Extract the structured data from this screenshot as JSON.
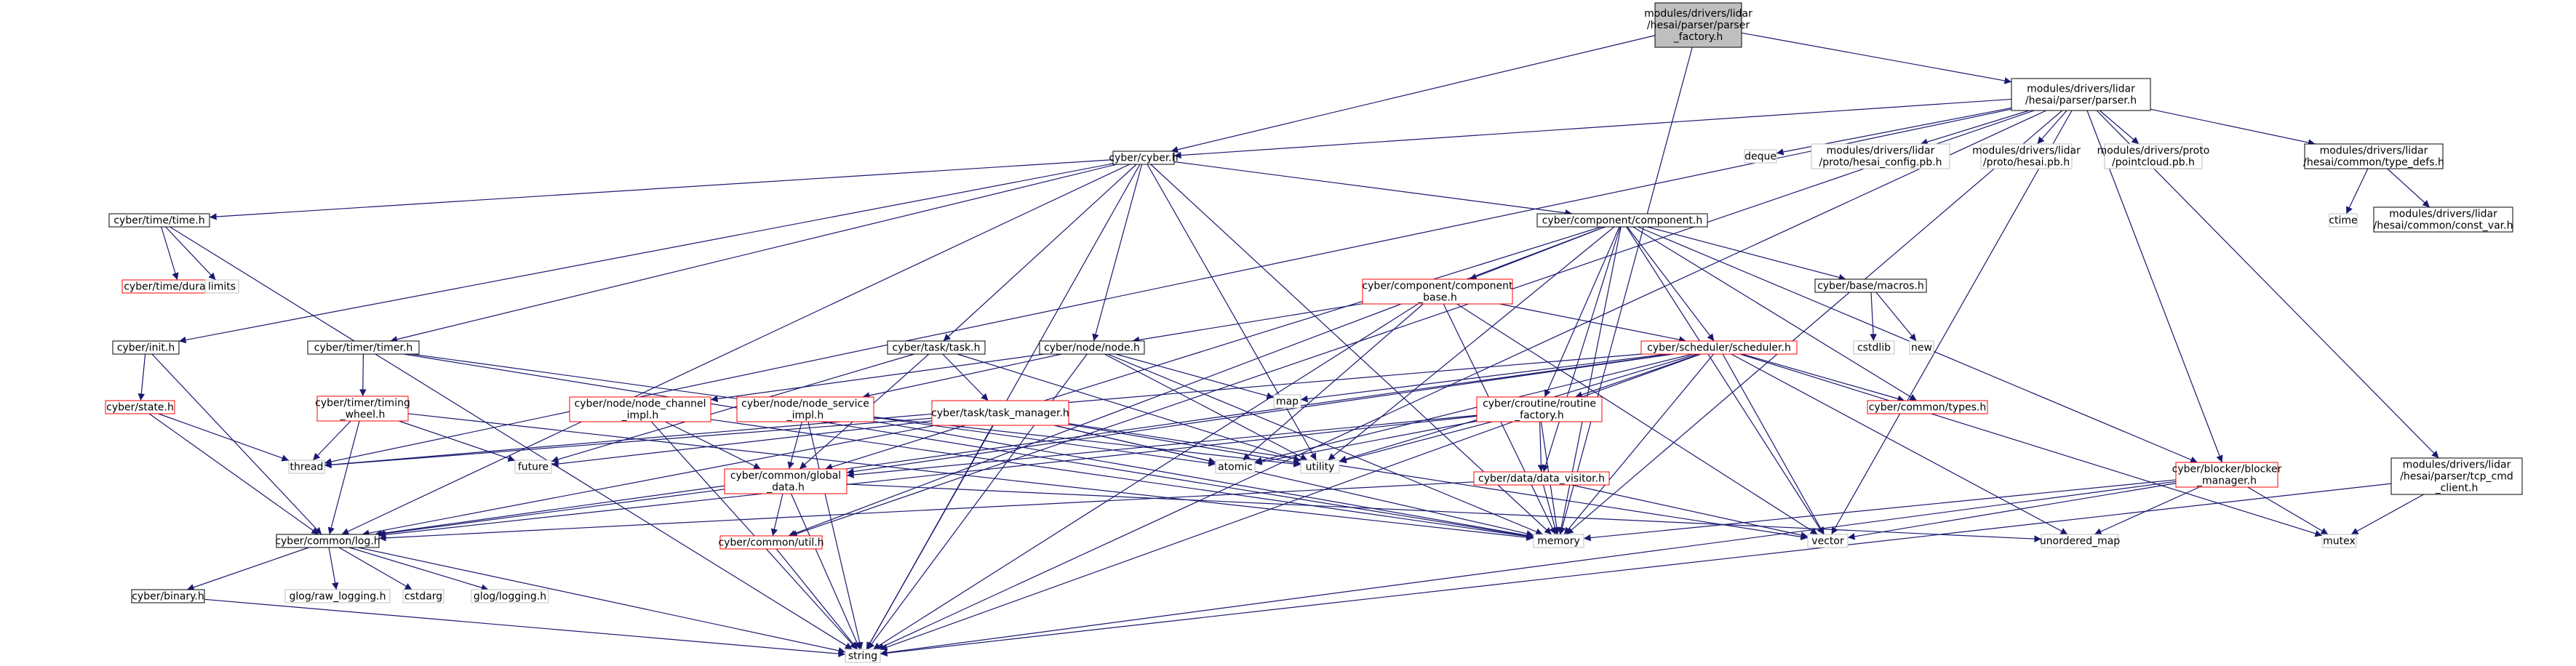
{
  "colors": {
    "root_fill": "#bfbfbf",
    "node_fill": "#ffffff",
    "black_border": "#000000",
    "red_border": "#ff0000",
    "grey_border": "#bfbfbf",
    "text": "#000000",
    "edge": "#191970"
  },
  "graph": {
    "nodes": [
      {
        "id": "root",
        "lines": [
          "modules/drivers/lidar",
          "/hesai/parser/parser",
          "_factory.h"
        ],
        "style": "root"
      },
      {
        "id": "parser",
        "lines": [
          "modules/drivers/lidar",
          "/hesai/parser/parser.h"
        ],
        "style": "black"
      },
      {
        "id": "cyber",
        "lines": [
          "cyber/cyber.h"
        ],
        "style": "black"
      },
      {
        "id": "deque",
        "lines": [
          "deque"
        ],
        "style": "grey"
      },
      {
        "id": "hesai_config",
        "lines": [
          "modules/drivers/lidar",
          "/proto/hesai_config.pb.h"
        ],
        "style": "grey"
      },
      {
        "id": "hesai_pb",
        "lines": [
          "modules/drivers/lidar",
          "/proto/hesai.pb.h"
        ],
        "style": "grey"
      },
      {
        "id": "pointcloud",
        "lines": [
          "modules/drivers/proto",
          "/pointcloud.pb.h"
        ],
        "style": "grey"
      },
      {
        "id": "type_defs",
        "lines": [
          "modules/drivers/lidar",
          "/hesai/common/type_defs.h"
        ],
        "style": "black"
      },
      {
        "id": "ctime",
        "lines": [
          "ctime"
        ],
        "style": "grey"
      },
      {
        "id": "const_var",
        "lines": [
          "modules/drivers/lidar",
          "/hesai/common/const_var.h"
        ],
        "style": "black"
      },
      {
        "id": "time_h",
        "lines": [
          "cyber/time/time.h"
        ],
        "style": "black"
      },
      {
        "id": "duration",
        "lines": [
          "cyber/time/duration.h"
        ],
        "style": "red"
      },
      {
        "id": "limits",
        "lines": [
          "limits"
        ],
        "style": "grey"
      },
      {
        "id": "component",
        "lines": [
          "cyber/component/component.h"
        ],
        "style": "black"
      },
      {
        "id": "component_base",
        "lines": [
          "cyber/component/component",
          "_base.h"
        ],
        "style": "red"
      },
      {
        "id": "macros",
        "lines": [
          "cyber/base/macros.h"
        ],
        "style": "black"
      },
      {
        "id": "cstdlib",
        "lines": [
          "cstdlib"
        ],
        "style": "grey"
      },
      {
        "id": "new",
        "lines": [
          "new"
        ],
        "style": "grey"
      },
      {
        "id": "init",
        "lines": [
          "cyber/init.h"
        ],
        "style": "black"
      },
      {
        "id": "state",
        "lines": [
          "cyber/state.h"
        ],
        "style": "red"
      },
      {
        "id": "timer",
        "lines": [
          "cyber/timer/timer.h"
        ],
        "style": "black"
      },
      {
        "id": "timing_wheel",
        "lines": [
          "cyber/timer/timing",
          "_wheel.h"
        ],
        "style": "red"
      },
      {
        "id": "task",
        "lines": [
          "cyber/task/task.h"
        ],
        "style": "black"
      },
      {
        "id": "task_manager",
        "lines": [
          "cyber/task/task_manager.h"
        ],
        "style": "red"
      },
      {
        "id": "node",
        "lines": [
          "cyber/node/node.h"
        ],
        "style": "black"
      },
      {
        "id": "node_channel",
        "lines": [
          "cyber/node/node_channel",
          "_impl.h"
        ],
        "style": "red"
      },
      {
        "id": "node_service",
        "lines": [
          "cyber/node/node_service",
          "_impl.h"
        ],
        "style": "red"
      },
      {
        "id": "scheduler",
        "lines": [
          "cyber/scheduler/scheduler.h"
        ],
        "style": "red"
      },
      {
        "id": "routine_factory",
        "lines": [
          "cyber/croutine/routine",
          "_factory.h"
        ],
        "style": "red"
      },
      {
        "id": "types",
        "lines": [
          "cyber/common/types.h"
        ],
        "style": "red"
      },
      {
        "id": "data_visitor",
        "lines": [
          "cyber/data/data_visitor.h"
        ],
        "style": "red"
      },
      {
        "id": "global_data",
        "lines": [
          "cyber/common/global",
          "_data.h"
        ],
        "style": "red"
      },
      {
        "id": "util",
        "lines": [
          "cyber/common/util.h"
        ],
        "style": "red"
      },
      {
        "id": "log",
        "lines": [
          "cyber/common/log.h"
        ],
        "style": "black"
      },
      {
        "id": "binary",
        "lines": [
          "cyber/binary.h"
        ],
        "style": "black"
      },
      {
        "id": "raw_logging",
        "lines": [
          "glog/raw_logging.h"
        ],
        "style": "grey"
      },
      {
        "id": "cstdarg",
        "lines": [
          "cstdarg"
        ],
        "style": "grey"
      },
      {
        "id": "glog_logging",
        "lines": [
          "glog/logging.h"
        ],
        "style": "grey"
      },
      {
        "id": "thread",
        "lines": [
          "thread"
        ],
        "style": "grey"
      },
      {
        "id": "future",
        "lines": [
          "future"
        ],
        "style": "grey"
      },
      {
        "id": "map",
        "lines": [
          "map"
        ],
        "style": "grey"
      },
      {
        "id": "atomic",
        "lines": [
          "atomic"
        ],
        "style": "grey"
      },
      {
        "id": "utility",
        "lines": [
          "utility"
        ],
        "style": "grey"
      },
      {
        "id": "memory",
        "lines": [
          "memory"
        ],
        "style": "grey"
      },
      {
        "id": "vector",
        "lines": [
          "vector"
        ],
        "style": "grey"
      },
      {
        "id": "unordered_map",
        "lines": [
          "unordered_map"
        ],
        "style": "grey"
      },
      {
        "id": "mutex",
        "lines": [
          "mutex"
        ],
        "style": "grey"
      },
      {
        "id": "blocker_manager",
        "lines": [
          "cyber/blocker/blocker",
          "_manager.h"
        ],
        "style": "red"
      },
      {
        "id": "tcp_cmd_client",
        "lines": [
          "modules/drivers/lidar",
          "/hesai/parser/tcp_cmd",
          "_client.h"
        ],
        "style": "black"
      },
      {
        "id": "string",
        "lines": [
          "string"
        ],
        "style": "grey"
      }
    ],
    "edges": [
      [
        "root",
        "parser"
      ],
      [
        "root",
        "cyber"
      ],
      [
        "root",
        "memory"
      ],
      [
        "parser",
        "cyber"
      ],
      [
        "parser",
        "deque"
      ],
      [
        "parser",
        "hesai_config"
      ],
      [
        "parser",
        "hesai_pb"
      ],
      [
        "parser",
        "pointcloud"
      ],
      [
        "parser",
        "type_defs"
      ],
      [
        "parser",
        "tcp_cmd_client"
      ],
      [
        "parser",
        "blocker_manager"
      ],
      [
        "parser",
        "memory"
      ],
      [
        "parser",
        "vector"
      ],
      [
        "parser",
        "string"
      ],
      [
        "parser",
        "thread"
      ],
      [
        "parser",
        "util"
      ],
      [
        "type_defs",
        "ctime"
      ],
      [
        "type_defs",
        "const_var"
      ],
      [
        "cyber",
        "time_h"
      ],
      [
        "cyber",
        "component"
      ],
      [
        "cyber",
        "init"
      ],
      [
        "cyber",
        "timer"
      ],
      [
        "cyber",
        "task"
      ],
      [
        "cyber",
        "node"
      ],
      [
        "cyber",
        "log"
      ],
      [
        "cyber",
        "utility"
      ],
      [
        "cyber",
        "memory"
      ],
      [
        "cyber",
        "string"
      ],
      [
        "time_h",
        "duration"
      ],
      [
        "time_h",
        "limits"
      ],
      [
        "time_h",
        "string"
      ],
      [
        "component",
        "component_base"
      ],
      [
        "component",
        "macros"
      ],
      [
        "component",
        "scheduler"
      ],
      [
        "component",
        "routine_factory"
      ],
      [
        "component",
        "data_visitor"
      ],
      [
        "component",
        "types"
      ],
      [
        "component",
        "utility"
      ],
      [
        "component",
        "memory"
      ],
      [
        "component",
        "vector"
      ],
      [
        "component",
        "blocker_manager"
      ],
      [
        "component",
        "global_data"
      ],
      [
        "component",
        "util"
      ],
      [
        "component_base",
        "node"
      ],
      [
        "component_base",
        "scheduler"
      ],
      [
        "component_base",
        "atomic"
      ],
      [
        "component_base",
        "memory"
      ],
      [
        "component_base",
        "vector"
      ],
      [
        "component_base",
        "string"
      ],
      [
        "macros",
        "cstdlib"
      ],
      [
        "macros",
        "new"
      ],
      [
        "init",
        "state"
      ],
      [
        "init",
        "log"
      ],
      [
        "state",
        "log"
      ],
      [
        "state",
        "thread"
      ],
      [
        "timer",
        "timing_wheel"
      ],
      [
        "timer",
        "memory"
      ],
      [
        "timer",
        "atomic"
      ],
      [
        "timing_wheel",
        "log"
      ],
      [
        "timing_wheel",
        "thread"
      ],
      [
        "timing_wheel",
        "future"
      ],
      [
        "timing_wheel",
        "memory"
      ],
      [
        "task",
        "task_manager"
      ],
      [
        "task",
        "future"
      ],
      [
        "task",
        "utility"
      ],
      [
        "task",
        "global_data"
      ],
      [
        "task_manager",
        "log"
      ],
      [
        "task_manager",
        "thread"
      ],
      [
        "task_manager",
        "future"
      ],
      [
        "task_manager",
        "atomic"
      ],
      [
        "task_manager",
        "utility"
      ],
      [
        "task_manager",
        "memory"
      ],
      [
        "task_manager",
        "string"
      ],
      [
        "task_manager",
        "vector"
      ],
      [
        "node",
        "node_channel"
      ],
      [
        "node",
        "node_service"
      ],
      [
        "node",
        "map"
      ],
      [
        "node",
        "memory"
      ],
      [
        "node",
        "string"
      ],
      [
        "node",
        "utility"
      ],
      [
        "node_channel",
        "global_data"
      ],
      [
        "node_channel",
        "memory"
      ],
      [
        "node_channel",
        "string"
      ],
      [
        "node_service",
        "global_data"
      ],
      [
        "node_service",
        "memory"
      ],
      [
        "node_service",
        "string"
      ],
      [
        "node_service",
        "utility"
      ],
      [
        "scheduler",
        "routine_factory"
      ],
      [
        "scheduler",
        "types"
      ],
      [
        "scheduler",
        "global_data"
      ],
      [
        "scheduler",
        "log"
      ],
      [
        "scheduler",
        "map"
      ],
      [
        "scheduler",
        "atomic"
      ],
      [
        "scheduler",
        "utility"
      ],
      [
        "scheduler",
        "memory"
      ],
      [
        "scheduler",
        "vector"
      ],
      [
        "scheduler",
        "unordered_map"
      ],
      [
        "scheduler",
        "mutex"
      ],
      [
        "scheduler",
        "string"
      ],
      [
        "scheduler",
        "thread"
      ],
      [
        "routine_factory",
        "data_visitor"
      ],
      [
        "routine_factory",
        "global_data"
      ],
      [
        "routine_factory",
        "log"
      ],
      [
        "routine_factory",
        "atomic"
      ],
      [
        "routine_factory",
        "utility"
      ],
      [
        "routine_factory",
        "memory"
      ],
      [
        "data_visitor",
        "log"
      ],
      [
        "data_visitor",
        "memory"
      ],
      [
        "data_visitor",
        "vector"
      ],
      [
        "global_data",
        "log"
      ],
      [
        "global_data",
        "util"
      ],
      [
        "global_data",
        "string"
      ],
      [
        "global_data",
        "unordered_map"
      ],
      [
        "util",
        "string"
      ],
      [
        "log",
        "binary"
      ],
      [
        "log",
        "raw_logging"
      ],
      [
        "log",
        "cstdarg"
      ],
      [
        "log",
        "glog_logging"
      ],
      [
        "log",
        "string"
      ],
      [
        "binary",
        "string"
      ],
      [
        "blocker_manager",
        "memory"
      ],
      [
        "blocker_manager",
        "unordered_map"
      ],
      [
        "blocker_manager",
        "mutex"
      ],
      [
        "blocker_manager",
        "string"
      ],
      [
        "blocker_manager",
        "vector"
      ],
      [
        "tcp_cmd_client",
        "mutex"
      ],
      [
        "tcp_cmd_client",
        "string"
      ]
    ]
  }
}
